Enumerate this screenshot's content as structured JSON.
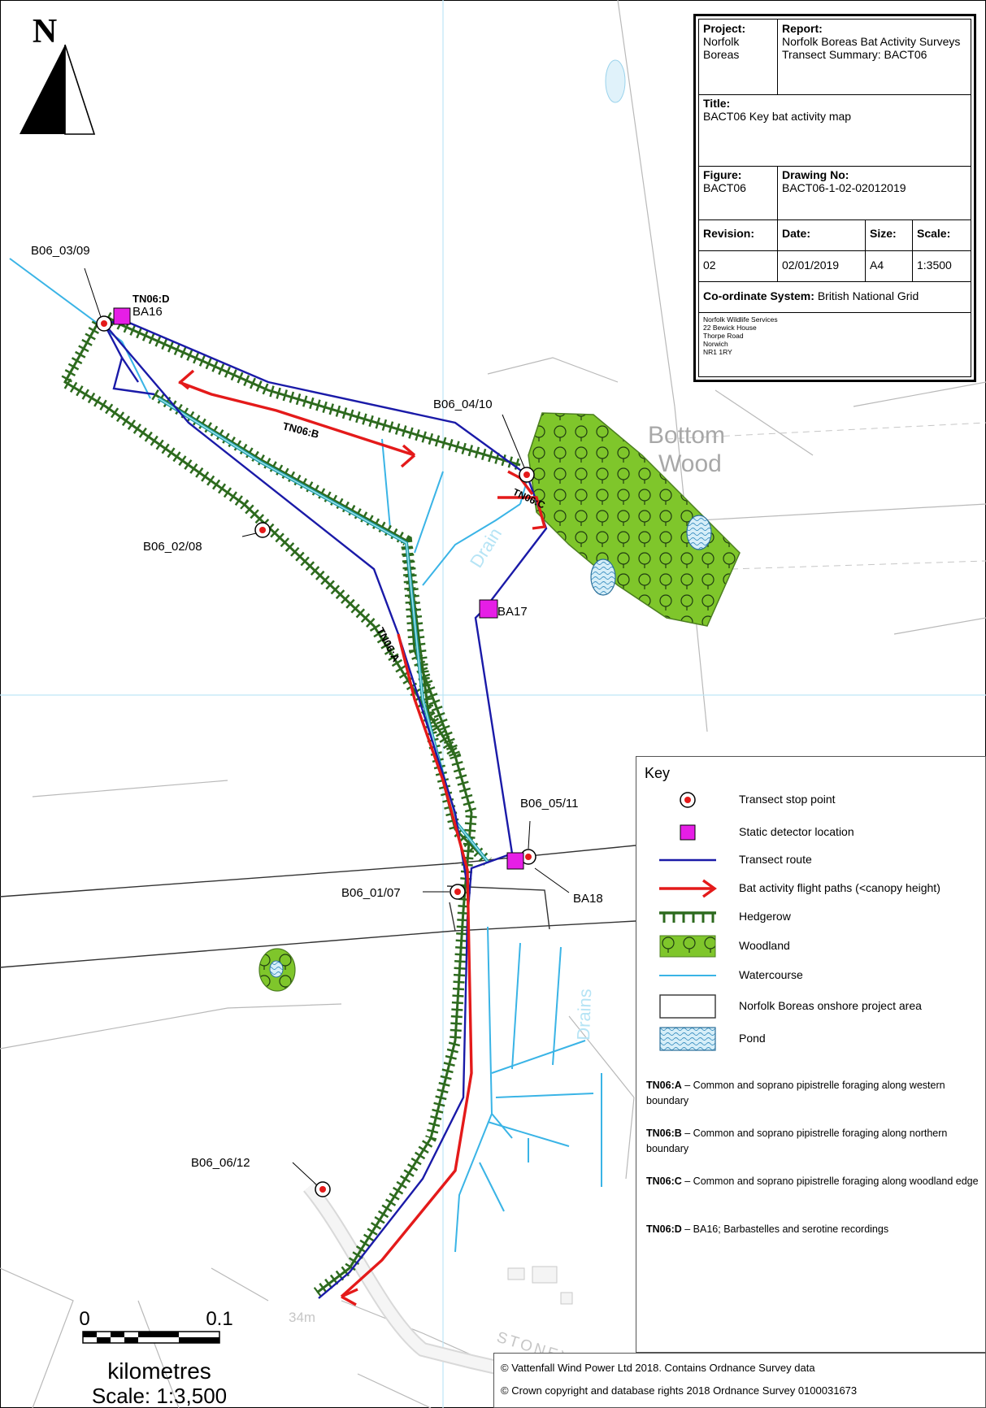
{
  "north_arrow": {
    "letter": "N"
  },
  "title_block": {
    "project_label": "Project:",
    "project_value": "Norfolk Boreas",
    "report_label": "Report:",
    "report_value": "Norfolk Boreas Bat Activity Surveys Transect Summary: BACT06",
    "title_label": "Title:",
    "title_value": "BACT06 Key bat activity map",
    "figure_label": "Figure:",
    "figure_value": "BACT06",
    "drawing_label": "Drawing No:",
    "drawing_value": "BACT06-1-02-02012019",
    "revision_label": "Revision:",
    "revision_value": "02",
    "date_label": "Date:",
    "date_value": "02/01/2019",
    "size_label": "Size:",
    "size_value": "A4",
    "scale_label": "Scale:",
    "scale_value": "1:3500",
    "coord_label": "Co-ordinate System:",
    "coord_value": "British National Grid",
    "address": [
      "Norfolk Wildlife Services",
      "22 Bewick House",
      "Thorpe Road",
      "Norwich",
      "NR1 1RY"
    ]
  },
  "map_labels": {
    "stop_0309": "B06_03/09",
    "stop_0410": "B06_04/10",
    "stop_0208": "B06_02/08",
    "stop_0511": "B06_05/11",
    "stop_0107": "B06_01/07",
    "stop_0612": "B06_06/12",
    "ba16": "BA16",
    "ba17": "BA17",
    "ba18": "BA18",
    "tn06d_label": "TN06:D",
    "tn06b": "TN06:B",
    "tn06c": "TN06:C",
    "tn06a": "TN06:A",
    "bottom_wood_1": "Bottom",
    "bottom_wood_2": "Wood",
    "drain": "Drain",
    "drains": "Drains",
    "stoney_lane": "STONEY LAN",
    "elevation": "34m"
  },
  "legend": {
    "title": "Key",
    "items": [
      {
        "label": "Transect stop point",
        "symbol": "stop-point-icon"
      },
      {
        "label": "Static detector location",
        "symbol": "static-detector-icon"
      },
      {
        "label": "Transect route",
        "symbol": "transect-route-line"
      },
      {
        "label": "Bat activity flight paths (<canopy height)",
        "symbol": "flight-path-arrow-icon"
      },
      {
        "label": "Hedgerow",
        "symbol": "hedgerow-icon"
      },
      {
        "label": "Woodland",
        "symbol": "woodland-icon"
      },
      {
        "label": "Watercourse",
        "symbol": "watercourse-line"
      },
      {
        "label": "Norfolk Boreas onshore project area",
        "symbol": "project-area-box"
      },
      {
        "label": "Pond",
        "symbol": "pond-icon"
      }
    ],
    "notes": [
      {
        "code": "TN06:A",
        "text": " – Common and soprano pipistrelle foraging along western boundary"
      },
      {
        "code": "TN06:B",
        "text": " – Common and soprano pipistrelle foraging along northern boundary"
      },
      {
        "code": "TN06:C",
        "text": " – Common and soprano pipistrelle foraging along woodland edge"
      },
      {
        "code": "TN06:D",
        "text": " – BA16; Barbastelles and serotine recordings"
      }
    ]
  },
  "scale_bar": {
    "zero": "0",
    "max": "0.1",
    "unit": "kilometres",
    "scale_text": "Scale: 1:3,500"
  },
  "copyright": {
    "line1": "© Vattenfall Wind Power Ltd 2018. Contains Ordnance Survey data",
    "line2": "© Crown copyright and database rights 2018 Ordnance Survey 0100031673"
  },
  "colors": {
    "transect_route": "#1a1aa8",
    "flight_path": "#e41a1a",
    "hedgerow": "#2d6a1e",
    "woodland": "#7fc62b",
    "watercourse": "#3ab4e6",
    "static_detector": "#e61ee6",
    "pond": "#bfe2f2"
  }
}
